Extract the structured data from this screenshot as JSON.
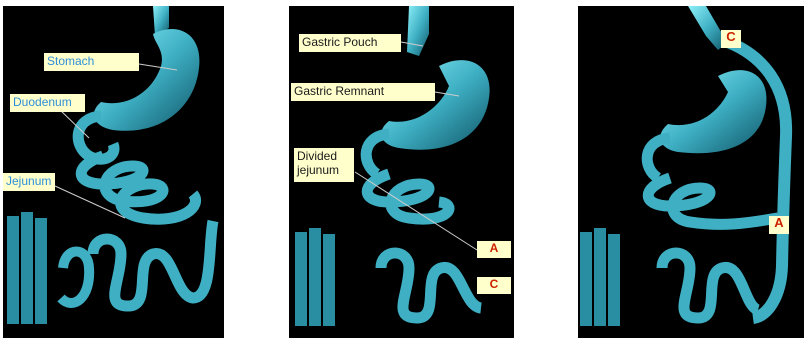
{
  "panels": [
    {
      "labels": {
        "stomach": "Stomach",
        "duodenum": "Duodenum",
        "jejunum": "Jejunum"
      }
    },
    {
      "labels": {
        "gastric_pouch": "Gastric Pouch",
        "gastric_remnant": "Gastric Remnant",
        "divided_jejunum_line1": "Divided",
        "divided_jejunum_line2": "jejunum",
        "marker_a": "A",
        "marker_c": "C"
      }
    },
    {
      "labels": {
        "marker_c": "C",
        "marker_a": "A"
      }
    }
  ],
  "colors": {
    "organ_light": "#7fe3ee",
    "organ_mid": "#3fb0c4",
    "organ_dark": "#0f5566",
    "background": "#000000",
    "label_bg": "#ffffcc",
    "label_text_blue": "#2e8fd8",
    "marker_text_red": "#cc2200"
  }
}
